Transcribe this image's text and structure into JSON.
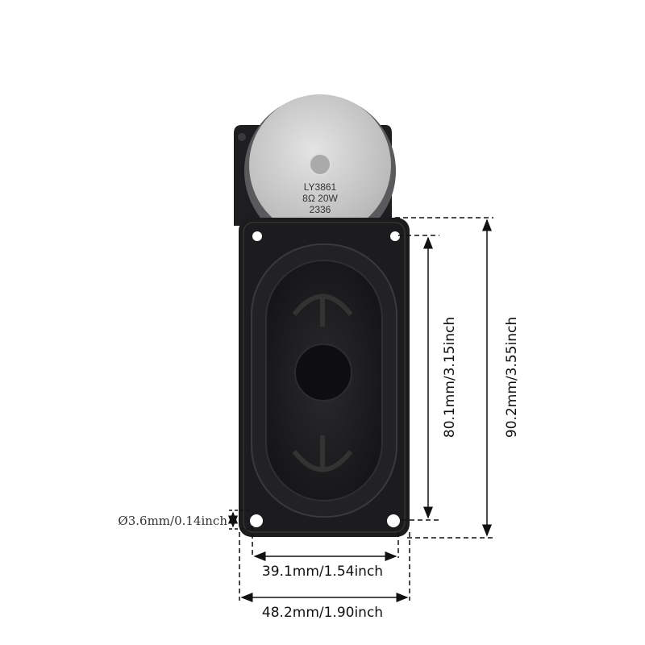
{
  "product": {
    "model": "LY3861",
    "rating": "8Ω 20W",
    "code": "2336"
  },
  "dimensions": {
    "inner_height": "80.1mm/3.15inch",
    "outer_height": "90.2mm/3.55inch",
    "hole_spacing": "39.1mm/1.54inch",
    "outer_width": "48.2mm/1.90inch",
    "hole_diameter": "Ø3.6mm/0.14inch"
  },
  "colors": {
    "frame": "#1c1c1e",
    "magnet": "#cfcfcf",
    "dimension_line": "#111111"
  }
}
